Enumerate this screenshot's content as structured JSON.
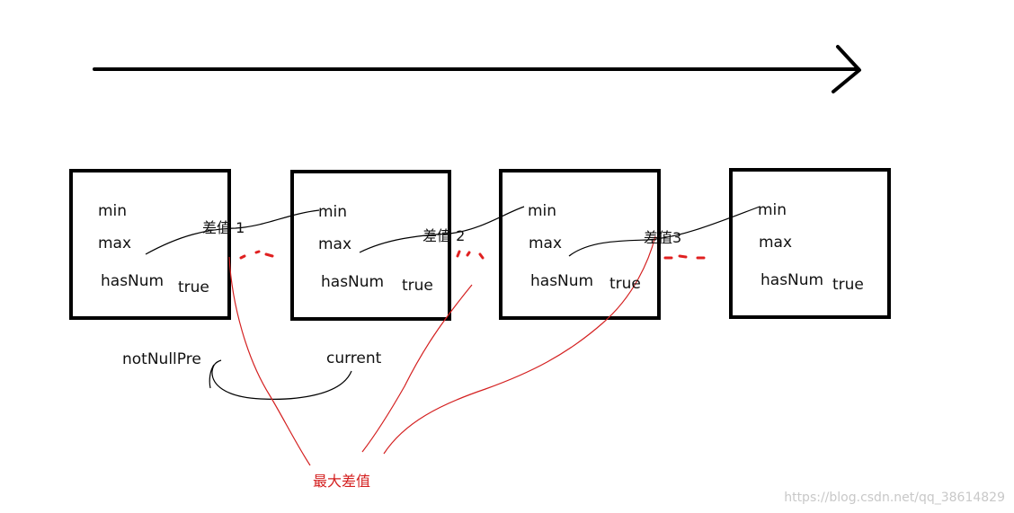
{
  "buckets": [
    {
      "min_label": "min",
      "max_label": "max",
      "hasnum_label": "hasNum",
      "hasnum_value": "true"
    },
    {
      "min_label": "min",
      "max_label": "max",
      "hasnum_label": "hasNum",
      "hasnum_value": "true"
    },
    {
      "min_label": "min",
      "max_label": "max",
      "hasnum_label": "hasNum",
      "hasnum_value": "true"
    },
    {
      "min_label": "min",
      "max_label": "max",
      "hasnum_label": "hasNum",
      "hasnum_value": "true"
    }
  ],
  "differences": [
    "差值 1",
    "差值 2",
    "差值3"
  ],
  "pointers": {
    "not_null_pre": "notNullPre",
    "current": "current"
  },
  "annotation": {
    "max_diff": "最大差值"
  },
  "watermark": "https://blog.csdn.net/qq_38614829",
  "colors": {
    "ink": "#000000",
    "annotation": "#d42020"
  }
}
